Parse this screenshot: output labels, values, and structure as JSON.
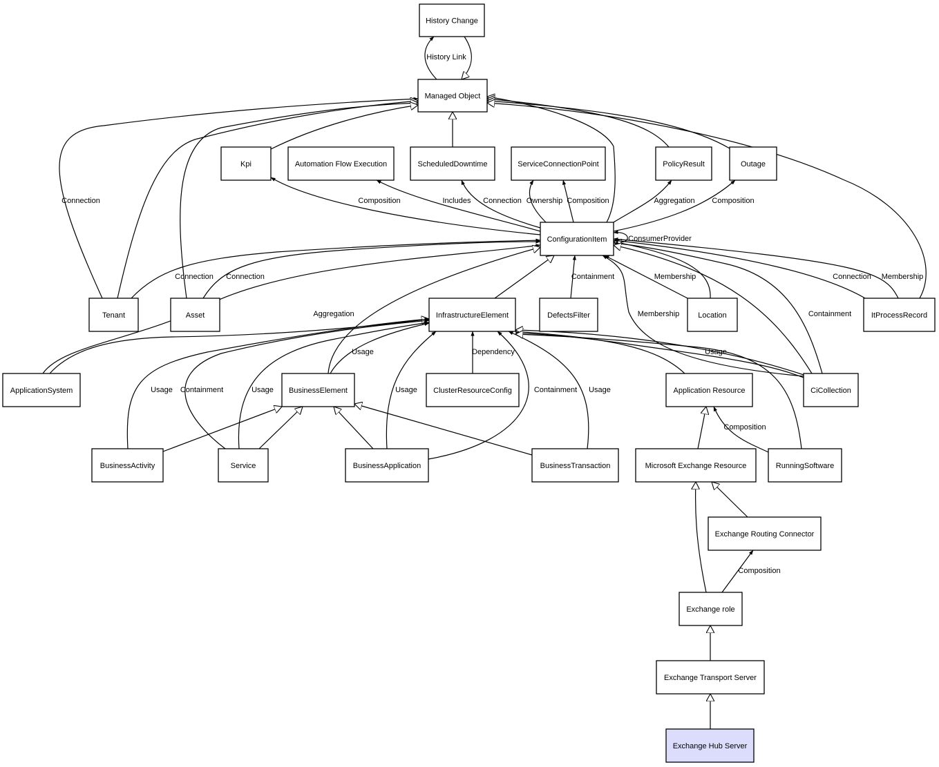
{
  "diagram": {
    "highlight_color": "#dcdcfc",
    "node_color": "#ffffff",
    "line_color": "#000000",
    "nodes": [
      {
        "id": "hc",
        "label": "History Change"
      },
      {
        "id": "mo",
        "label": "Managed Object"
      },
      {
        "id": "kpi",
        "label": "Kpi"
      },
      {
        "id": "afe",
        "label": "Automation Flow Execution"
      },
      {
        "id": "sd",
        "label": "ScheduledDowntime"
      },
      {
        "id": "scp",
        "label": "ServiceConnectionPoint"
      },
      {
        "id": "pr",
        "label": "PolicyResult"
      },
      {
        "id": "out",
        "label": "Outage"
      },
      {
        "id": "ci",
        "label": "ConfigurationItem"
      },
      {
        "id": "ten",
        "label": "Tenant"
      },
      {
        "id": "ast",
        "label": "Asset"
      },
      {
        "id": "ie",
        "label": "InfrastructureElement"
      },
      {
        "id": "df",
        "label": "DefectsFilter"
      },
      {
        "id": "loc",
        "label": "Location"
      },
      {
        "id": "ipr",
        "label": "ItProcessRecord"
      },
      {
        "id": "as",
        "label": "ApplicationSystem"
      },
      {
        "id": "be",
        "label": "BusinessElement"
      },
      {
        "id": "crc",
        "label": "ClusterResourceConfig"
      },
      {
        "id": "ar",
        "label": "Application Resource"
      },
      {
        "id": "cic",
        "label": "CiCollection"
      },
      {
        "id": "bact",
        "label": "BusinessActivity"
      },
      {
        "id": "svc",
        "label": "Service"
      },
      {
        "id": "bapp",
        "label": "BusinessApplication"
      },
      {
        "id": "bt",
        "label": "BusinessTransaction"
      },
      {
        "id": "mer",
        "label": "Microsoft Exchange Resource"
      },
      {
        "id": "rs",
        "label": "RunningSoftware"
      },
      {
        "id": "erc",
        "label": "Exchange Routing Connector"
      },
      {
        "id": "er",
        "label": "Exchange role"
      },
      {
        "id": "ets",
        "label": "Exchange Transport Server"
      },
      {
        "id": "ehs",
        "label": "Exchange Hub Server",
        "highlighted": true
      }
    ],
    "edges": [
      {
        "from": "mo",
        "to": "hc",
        "label": "History Link",
        "kind": "association"
      },
      {
        "from": "hc",
        "to": "mo",
        "label": "",
        "kind": "inheritance"
      },
      {
        "from": "ten",
        "to": "mo",
        "label": "Connection",
        "kind": "association"
      },
      {
        "from": "ten",
        "to": "mo",
        "label": "",
        "kind": "inheritance"
      },
      {
        "from": "ast",
        "to": "mo",
        "label": "",
        "kind": "inheritance"
      },
      {
        "from": "kpi",
        "to": "mo",
        "label": "",
        "kind": "inheritance"
      },
      {
        "from": "sd",
        "to": "mo",
        "label": "",
        "kind": "inheritance"
      },
      {
        "from": "ci",
        "to": "mo",
        "label": "",
        "kind": "inheritance"
      },
      {
        "from": "pr",
        "to": "mo",
        "label": "",
        "kind": "inheritance"
      },
      {
        "from": "out",
        "to": "mo",
        "label": "",
        "kind": "inheritance"
      },
      {
        "from": "ipr",
        "to": "mo",
        "label": "",
        "kind": "inheritance"
      },
      {
        "from": "ci",
        "to": "kpi",
        "label": "Composition",
        "kind": "association"
      },
      {
        "from": "ci",
        "to": "afe",
        "label": "Includes",
        "kind": "association"
      },
      {
        "from": "ci",
        "to": "sd",
        "label": "Connection",
        "kind": "association"
      },
      {
        "from": "ci",
        "to": "scp",
        "label": "Ownership",
        "kind": "association"
      },
      {
        "from": "ci",
        "to": "scp",
        "label": "Composition",
        "kind": "association"
      },
      {
        "from": "ci",
        "to": "pr",
        "label": "Aggregation",
        "kind": "association"
      },
      {
        "from": "ci",
        "to": "out",
        "label": "Composition",
        "kind": "association"
      },
      {
        "from": "ci",
        "to": "ci",
        "label": "ConsumerProvider",
        "kind": "association"
      },
      {
        "from": "ten",
        "to": "ci",
        "label": "Connection",
        "kind": "association"
      },
      {
        "from": "ast",
        "to": "ci",
        "label": "Connection",
        "kind": "association"
      },
      {
        "from": "as",
        "to": "ci",
        "label": "Aggregation",
        "kind": "association"
      },
      {
        "from": "as",
        "to": "ie",
        "label": "",
        "kind": "inheritance"
      },
      {
        "from": "be",
        "to": "ci",
        "label": "",
        "kind": "inheritance"
      },
      {
        "from": "ie",
        "to": "ci",
        "label": "",
        "kind": "inheritance"
      },
      {
        "from": "df",
        "to": "ci",
        "label": "Containment",
        "kind": "association"
      },
      {
        "from": "loc",
        "to": "ci",
        "label": "Membership",
        "kind": "association"
      },
      {
        "from": "loc",
        "to": "ci",
        "label": "",
        "kind": "inheritance"
      },
      {
        "from": "cic",
        "to": "ci",
        "label": "Membership",
        "kind": "association"
      },
      {
        "from": "cic",
        "to": "ci",
        "label": "Containment",
        "kind": "association"
      },
      {
        "from": "cic",
        "to": "ci",
        "label": "",
        "kind": "inheritance"
      },
      {
        "from": "ipr",
        "to": "ci",
        "label": "Connection",
        "kind": "association"
      },
      {
        "from": "ipr",
        "to": "ci",
        "label": "Membership",
        "kind": "association"
      },
      {
        "from": "bact",
        "to": "ie",
        "label": "Usage",
        "kind": "association"
      },
      {
        "from": "svc",
        "to": "ie",
        "label": "Containment",
        "kind": "association"
      },
      {
        "from": "svc",
        "to": "ie",
        "label": "Usage",
        "kind": "association"
      },
      {
        "from": "be",
        "to": "ie",
        "label": "Usage",
        "kind": "association"
      },
      {
        "from": "bapp",
        "to": "ie",
        "label": "Usage",
        "kind": "association"
      },
      {
        "from": "crc",
        "to": "ie",
        "label": "Dependency",
        "kind": "association"
      },
      {
        "from": "bapp",
        "to": "ie",
        "label": "Containment",
        "kind": "association"
      },
      {
        "from": "bt",
        "to": "ie",
        "label": "Usage",
        "kind": "association"
      },
      {
        "from": "ar",
        "to": "ie",
        "label": "",
        "kind": "inheritance"
      },
      {
        "from": "cic",
        "to": "ie",
        "label": "Usage",
        "kind": "association"
      },
      {
        "from": "cic",
        "to": "ie",
        "label": "",
        "kind": "inheritance"
      },
      {
        "from": "rs",
        "to": "ie",
        "label": "",
        "kind": "inheritance"
      },
      {
        "from": "bact",
        "to": "be",
        "label": "",
        "kind": "inheritance"
      },
      {
        "from": "svc",
        "to": "be",
        "label": "",
        "kind": "inheritance"
      },
      {
        "from": "bapp",
        "to": "be",
        "label": "",
        "kind": "inheritance"
      },
      {
        "from": "bt",
        "to": "be",
        "label": "",
        "kind": "inheritance"
      },
      {
        "from": "mer",
        "to": "ar",
        "label": "",
        "kind": "inheritance"
      },
      {
        "from": "rs",
        "to": "ar",
        "label": "Composition",
        "kind": "association"
      },
      {
        "from": "erc",
        "to": "mer",
        "label": "",
        "kind": "inheritance"
      },
      {
        "from": "er",
        "to": "mer",
        "label": "",
        "kind": "inheritance"
      },
      {
        "from": "er",
        "to": "erc",
        "label": "Composition",
        "kind": "association"
      },
      {
        "from": "ets",
        "to": "er",
        "label": "",
        "kind": "inheritance"
      },
      {
        "from": "ehs",
        "to": "ets",
        "label": "",
        "kind": "inheritance"
      }
    ]
  }
}
